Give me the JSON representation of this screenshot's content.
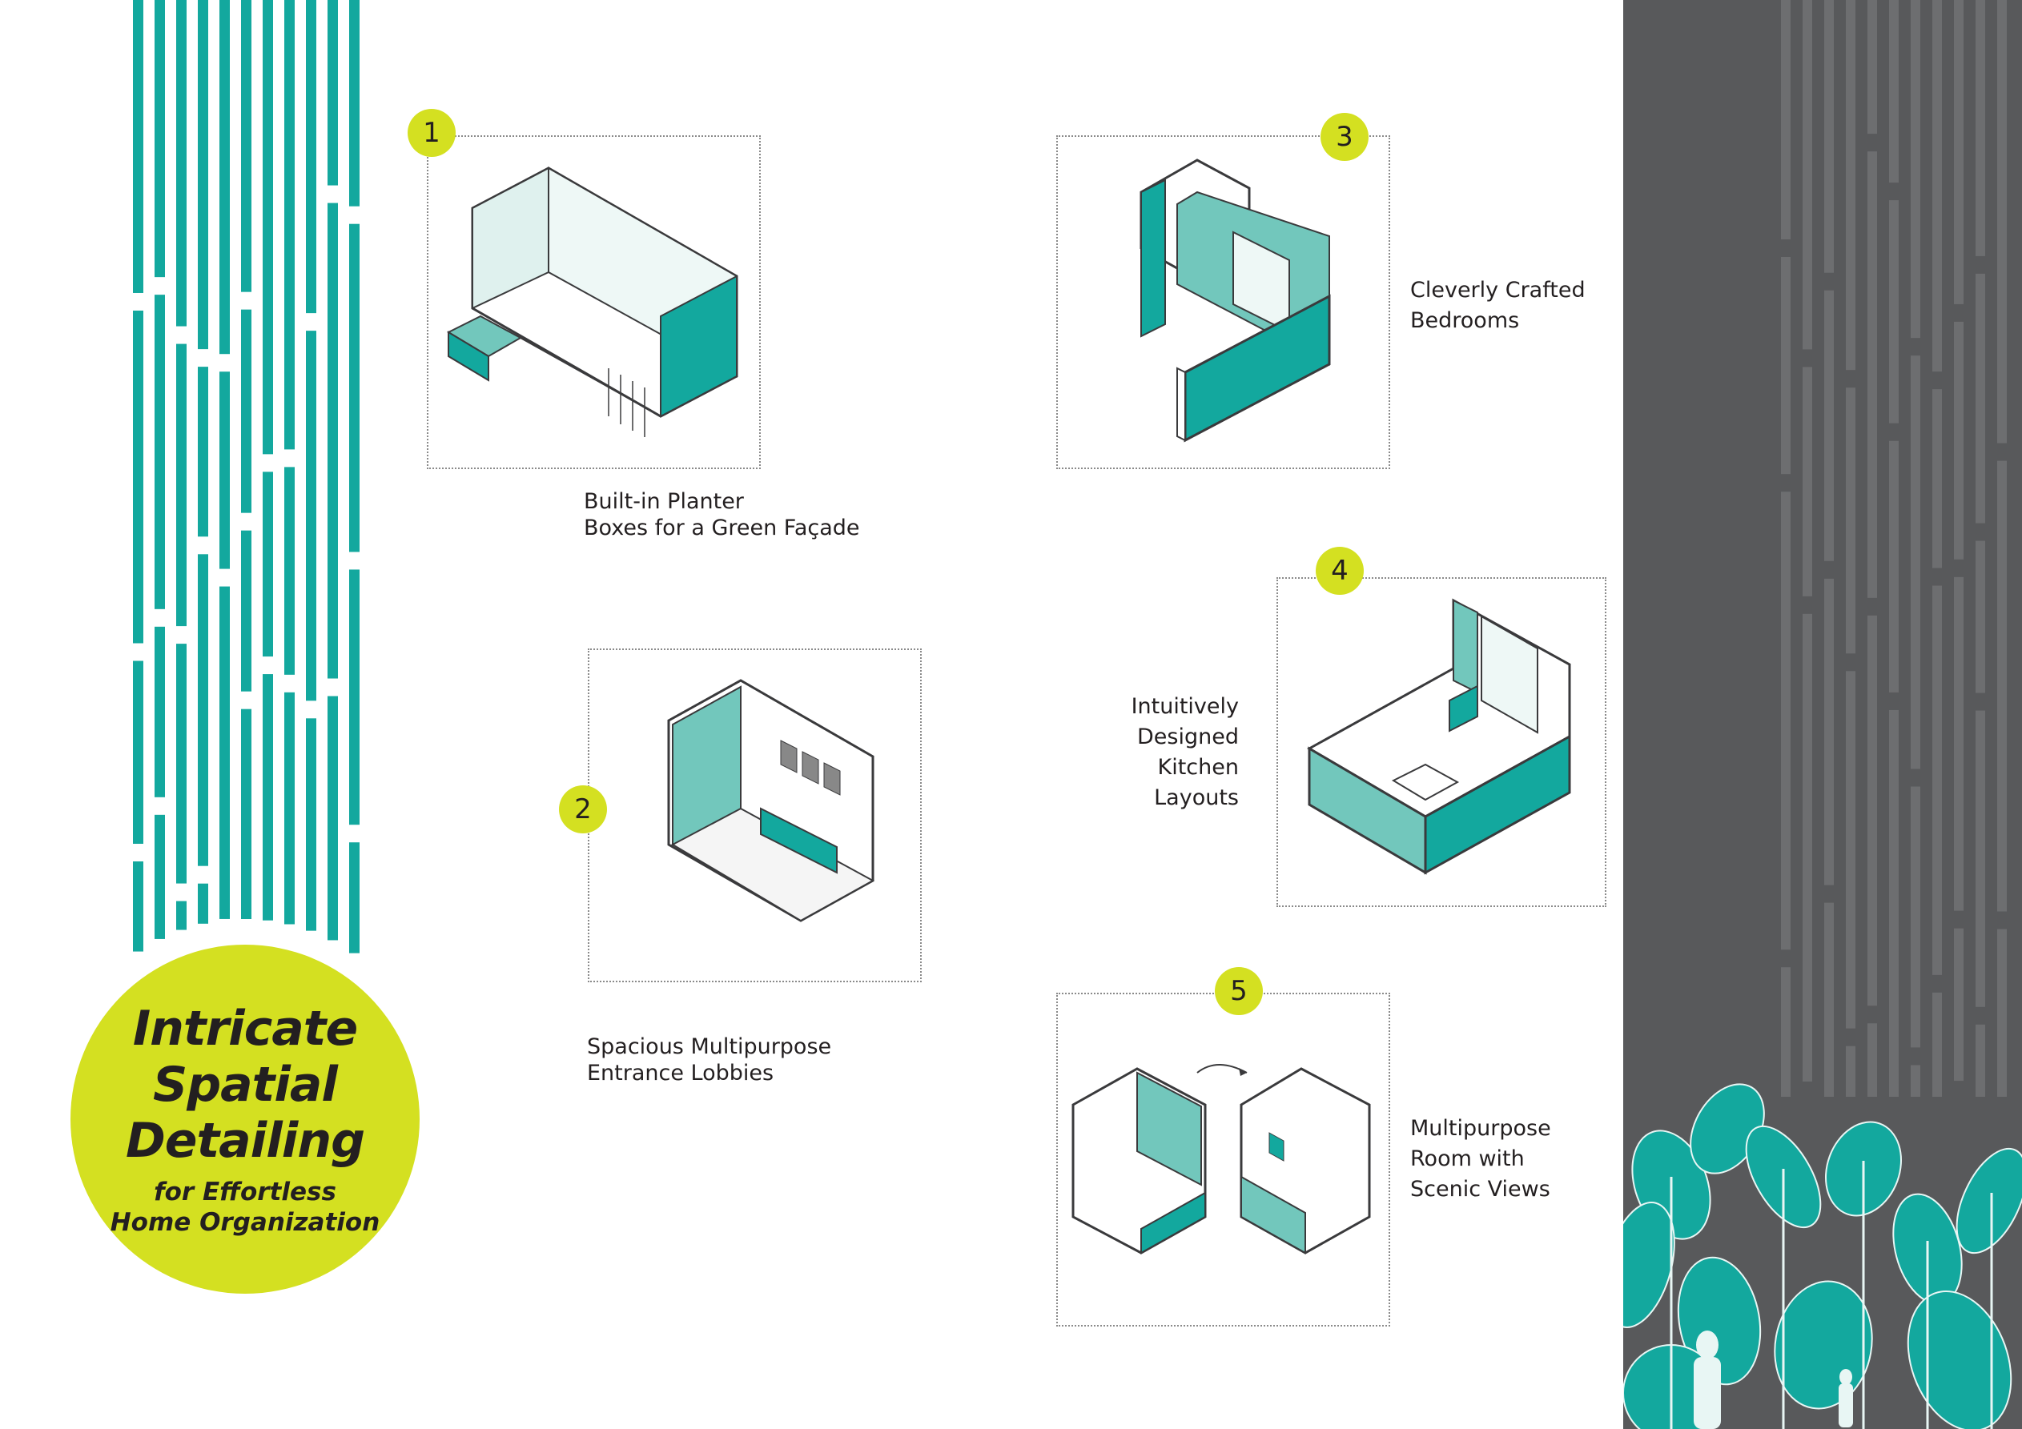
{
  "colors": {
    "teal": "#13a89e",
    "teal_light": "#72c7bc",
    "lime": "#d4e021",
    "dark": "#58595b",
    "stripe_gray": "#6d6e70",
    "line": "#3a3a3c"
  },
  "hero": {
    "title_lines": [
      "Intricate",
      "Spatial",
      "Detailing"
    ],
    "subtitle_lines": [
      "for Effortless",
      "Home Organization"
    ]
  },
  "features": [
    {
      "number": "1",
      "label_lines": [
        "Built-in Planter",
        "Boxes for a Green Façade"
      ]
    },
    {
      "number": "2",
      "label_lines": [
        "Spacious Multipurpose",
        "Entrance Lobbies"
      ]
    },
    {
      "number": "3",
      "label_lines": [
        "Cleverly Crafted",
        "Bedrooms"
      ]
    },
    {
      "number": "4",
      "label_lines": [
        "Intuitively",
        "Designed",
        "Kitchen",
        "Layouts"
      ]
    },
    {
      "number": "5",
      "label_lines": [
        "Multipurpose",
        "Room with",
        "Scenic Views"
      ]
    }
  ]
}
